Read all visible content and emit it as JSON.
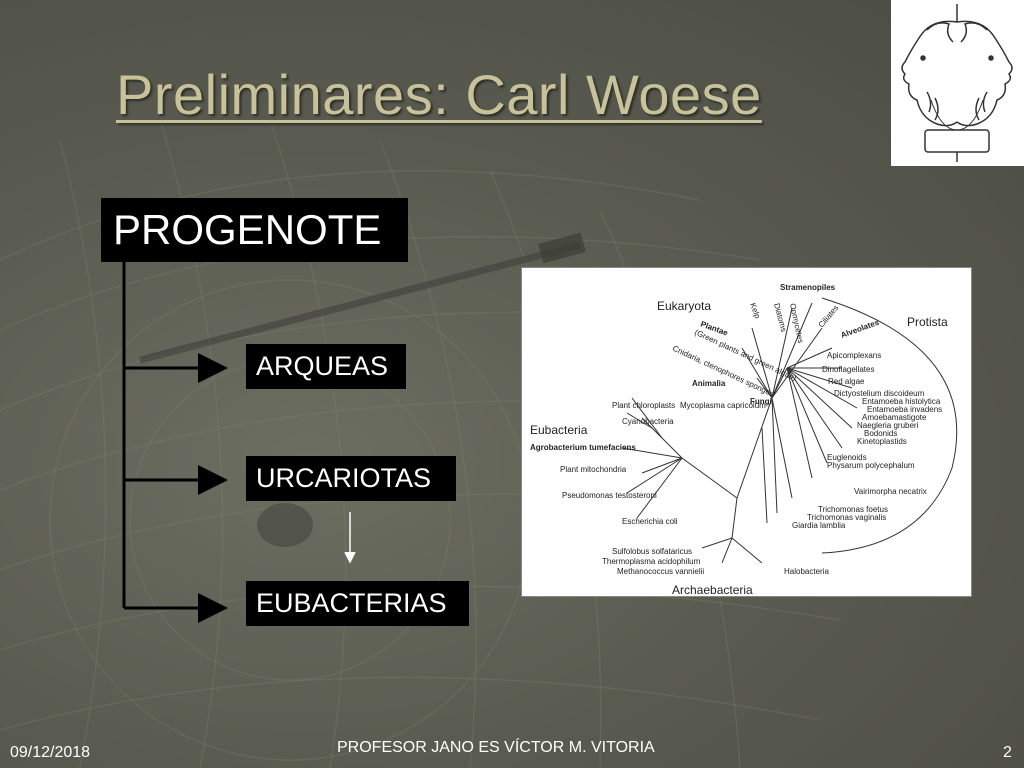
{
  "slide": {
    "title": "Preliminares: Carl Woese",
    "root": "PROGENOTE",
    "branches": [
      "ARQUEAS",
      "URCARIOTAS",
      "EUBACTERIAS"
    ]
  },
  "tree_image": {
    "domains": [
      "Eukaryota",
      "Protista",
      "Eubacteria",
      "Archaebacteria"
    ],
    "group_labels": [
      "Stramenopiles",
      "Alveolates",
      "Plantae",
      "Animalia",
      "Fungi"
    ],
    "labels": [
      "Kelp",
      "Diatoms",
      "Oomycetes",
      "Ciliates",
      "Dinoflagellates",
      "Apicomplexans",
      "(Green plants and green algae)",
      "Cnidaria, ctenophores sponges",
      "Red algae",
      "Dictyostelium discoideum",
      "Entamoeba histolytica",
      "Entamoeba invadens",
      "Amoebamastigote",
      "Naegleria gruberi",
      "Bodonids",
      "Kinetoplastids",
      "Euglenoids",
      "Physarum polycephalum",
      "Vairimorpha necatrix",
      "Trichomonas foetus",
      "Trichomonas vaginalis",
      "Giardia lamblia",
      "Plant chloroplasts",
      "Mycoplasma capricolum",
      "Cyanobacteria",
      "Agrobacterium tumefaciens",
      "Plant mitochondria",
      "Pseudomonas testosteroni",
      "Escherichia coli",
      "Sulfolobus solfataricus",
      "Thermoplasma acidophilum",
      "Methanococcus vannielii",
      "Halobacteria"
    ]
  },
  "footer": {
    "date": "09/12/2018",
    "author": "PROFESOR JANO ES VÍCTOR M. VITORIA",
    "page": "2"
  }
}
